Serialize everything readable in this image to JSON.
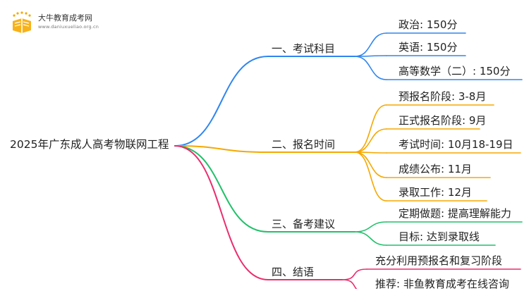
{
  "logo": {
    "title": "大牛教育成考网",
    "subtitle": "www.daniuxueliao.org.cn"
  },
  "root": {
    "label": "2025年广东成人高考物联网工程"
  },
  "branches": [
    {
      "label": "一、考试科目",
      "color": "#2f86f0",
      "items": [
        "政治: 150分",
        "英语: 150分",
        "高等数学（二）: 150分"
      ]
    },
    {
      "label": "二、报名时间",
      "color": "#f5a800",
      "items": [
        "预报名阶段: 3-8月",
        "正式报名阶段: 9月",
        "考试时间: 10月18-19日",
        "成绩公布: 11月",
        "录取工作: 12月"
      ]
    },
    {
      "label": "三、备考建议",
      "color": "#21c06a",
      "items": [
        "定期做题: 提高理解能力",
        "目标: 达到录取线"
      ]
    },
    {
      "label": "四、结语",
      "color": "#ea2d6e",
      "items": [
        "充分利用预报名和复习阶段",
        "推荐: 非鱼教育成考在线咨询"
      ]
    }
  ]
}
